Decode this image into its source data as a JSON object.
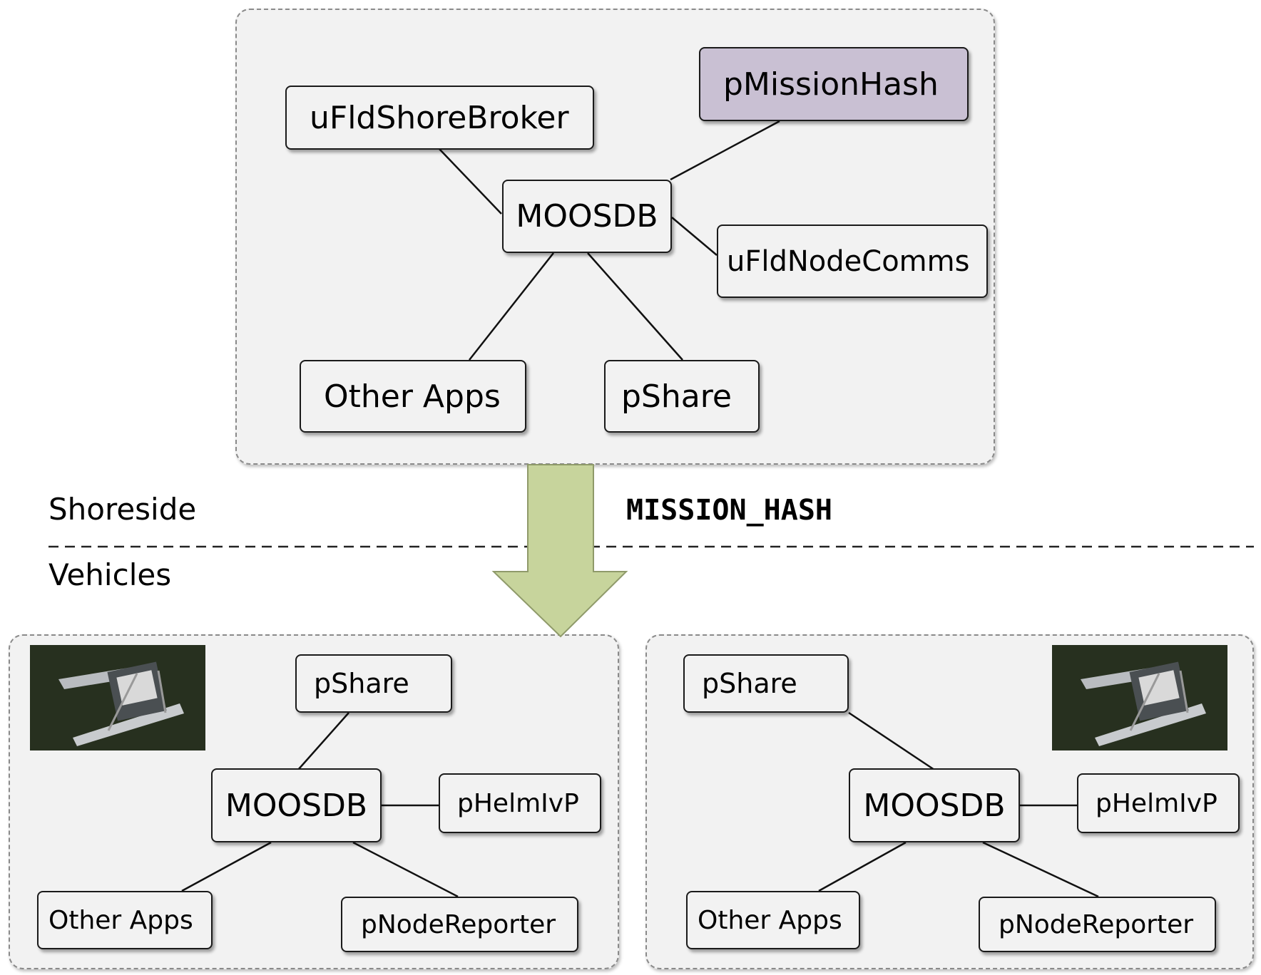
{
  "shoreside": {
    "label": "Shoreside",
    "nodes": {
      "broker": "uFldShoreBroker",
      "hash": "pMissionHash",
      "db": "MOOSDB",
      "comms": "uFldNodeComms",
      "other": "Other Apps",
      "share": "pShare"
    },
    "highlight_color": "#c9c0d3"
  },
  "message": "MISSION_HASH",
  "vehicles": {
    "label": "Vehicles",
    "left": {
      "share": "pShare",
      "db": "MOOSDB",
      "helm": "pHelmIvP",
      "other": "Other Apps",
      "reporter": "pNodeReporter"
    },
    "right": {
      "share": "pShare",
      "db": "MOOSDB",
      "helm": "pHelmIvP",
      "other": "Other Apps",
      "reporter": "pNodeReporter"
    }
  },
  "arrow_color": "#c7d49c",
  "icons": {
    "vehicle_photo": "twin-hull-boat-photo"
  }
}
